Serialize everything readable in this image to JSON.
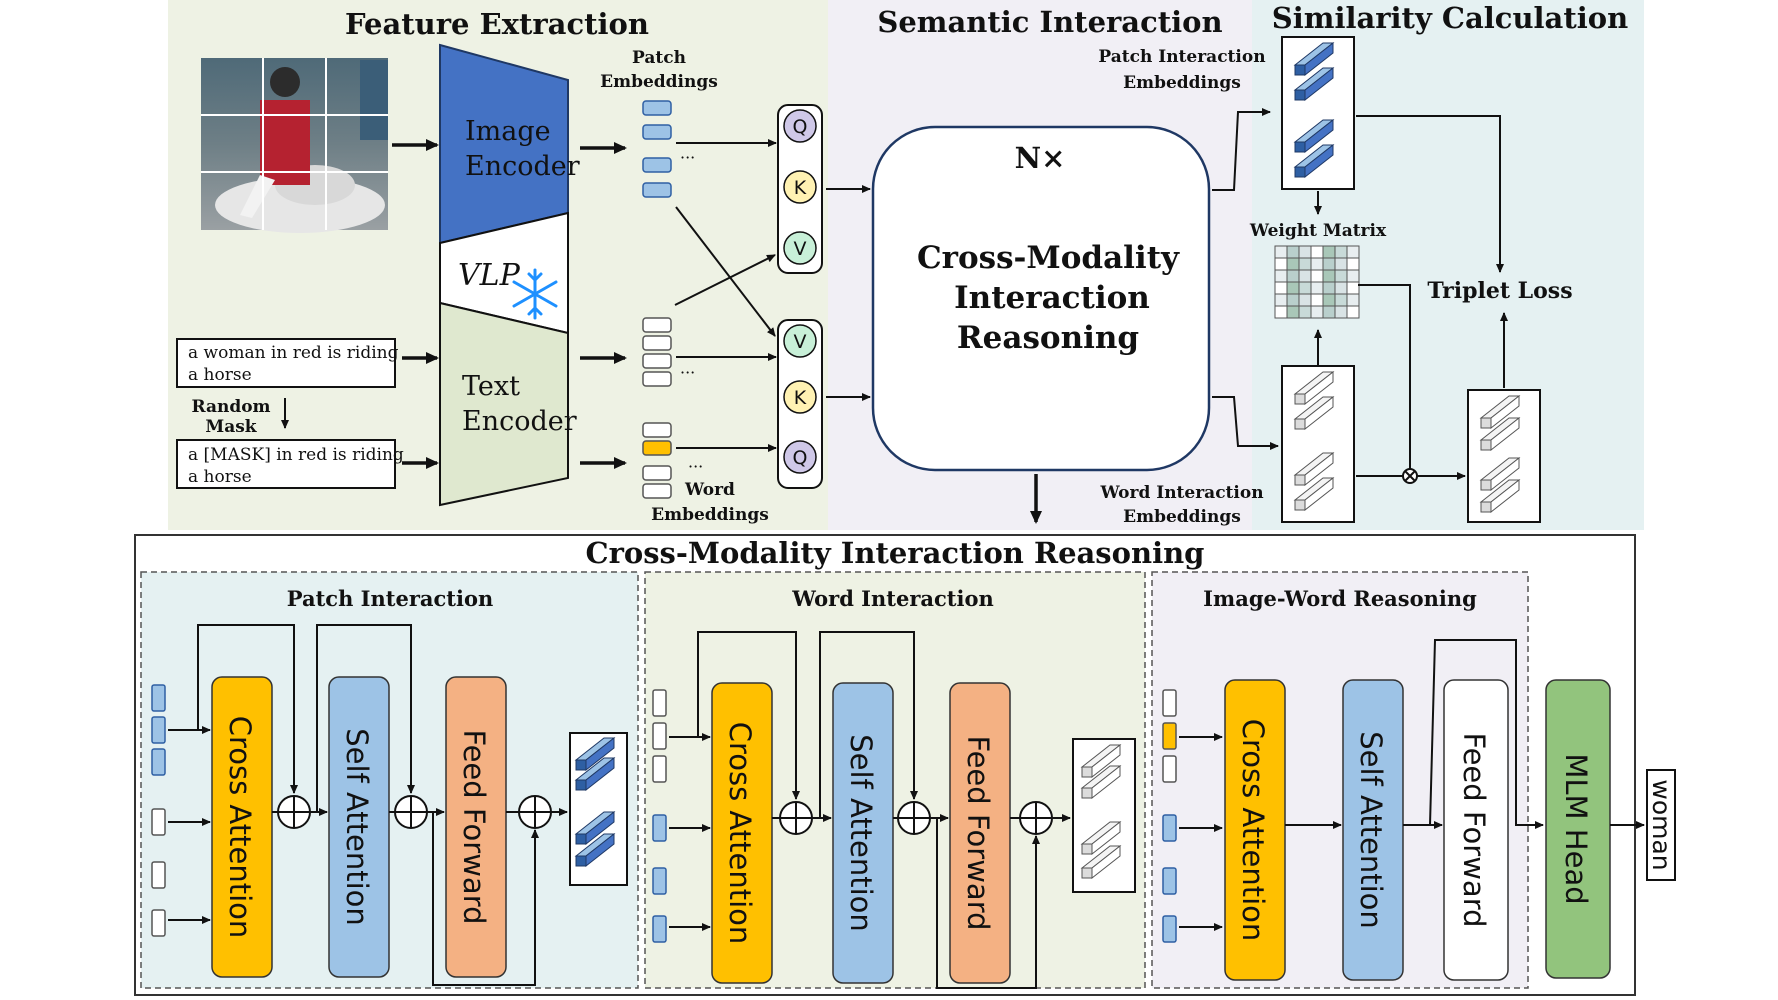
{
  "top": {
    "feature_extraction": {
      "title": "Feature Extraction",
      "image_encoder": [
        "Image",
        "Encoder"
      ],
      "text_encoder": [
        "Text",
        "Encoder"
      ],
      "vlp_label": "VLP",
      "caption": [
        "a woman in red is riding",
        "a horse"
      ],
      "masked_caption": [
        "a [MASK] in red is riding",
        "a horse"
      ],
      "random_mask": [
        "Random",
        "Mask"
      ],
      "patch_embeddings": [
        "Patch",
        "Embeddings"
      ],
      "word_embeddings": [
        "Word",
        "Embeddings"
      ],
      "ellipsis": "···"
    },
    "semantic_interaction": {
      "title": "Semantic Interaction",
      "n_times": "N×",
      "block": [
        "Cross-Modality",
        "Interaction",
        "Reasoning"
      ],
      "q": "Q",
      "k": "K",
      "v": "V"
    },
    "similarity": {
      "title": "Similarity Calculation",
      "patch_interaction": [
        "Patch Interaction",
        "Embeddings"
      ],
      "word_interaction": [
        "Word Interaction",
        "Embeddings"
      ],
      "weight_matrix": "Weight Matrix",
      "triplet_loss": "Triplet Loss"
    }
  },
  "bottom": {
    "title": "Cross-Modality Interaction Reasoning",
    "patch_interaction": {
      "title": "Patch Interaction",
      "cross_attention": "Cross Attention",
      "self_attention": "Self Attention",
      "feed_forward": "Feed Forward"
    },
    "word_interaction": {
      "title": "Word Interaction",
      "cross_attention": "Cross Attention",
      "self_attention": "Self Attention",
      "feed_forward": "Feed Forward"
    },
    "image_word_reasoning": {
      "title": "Image-Word Reasoning",
      "cross_attention": "Cross Attention",
      "self_attention": "Self Attention",
      "feed_forward": "Feed Forward",
      "mlm_head": "MLM Head",
      "output": "woman"
    }
  },
  "colors": {
    "image_encoder": "#4472c4",
    "text_encoder": "#dfe8cf",
    "cross_attention": "#ffc000",
    "self_attention": "#9dc3e6",
    "feed_forward": "#f4b183",
    "mlm_head": "#92c47d",
    "patch_token": "#9dc3e6",
    "mask_token": "#ffc000",
    "q_circle": "#cfc8e8",
    "k_circle": "#fff2b3",
    "v_circle": "#c8f0d8"
  }
}
